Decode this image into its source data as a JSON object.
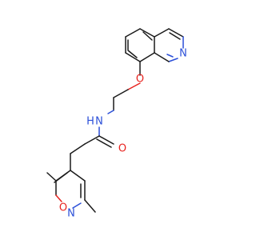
{
  "molecule": {
    "atoms": {
      "quinoline_n": {
        "symbol": "N",
        "color": "#2b4fd8"
      },
      "ether_o": {
        "symbol": "O",
        "color": "#e8231f"
      },
      "amide_nh": {
        "symbol": "N",
        "color": "#2b4fd8"
      },
      "amide_h": {
        "symbol": "H",
        "color": "#2b4fd8"
      },
      "carbonyl_o": {
        "symbol": "O",
        "color": "#e8231f"
      },
      "isoxazole_o": {
        "symbol": "O",
        "color": "#e8231f"
      },
      "isoxazole_n": {
        "symbol": "N",
        "color": "#2b4fd8"
      }
    },
    "colors": {
      "bond": "#1a1a1a",
      "oxygen": "#e8231f",
      "nitrogen": "#2b4fd8",
      "background": "#ffffff"
    }
  }
}
